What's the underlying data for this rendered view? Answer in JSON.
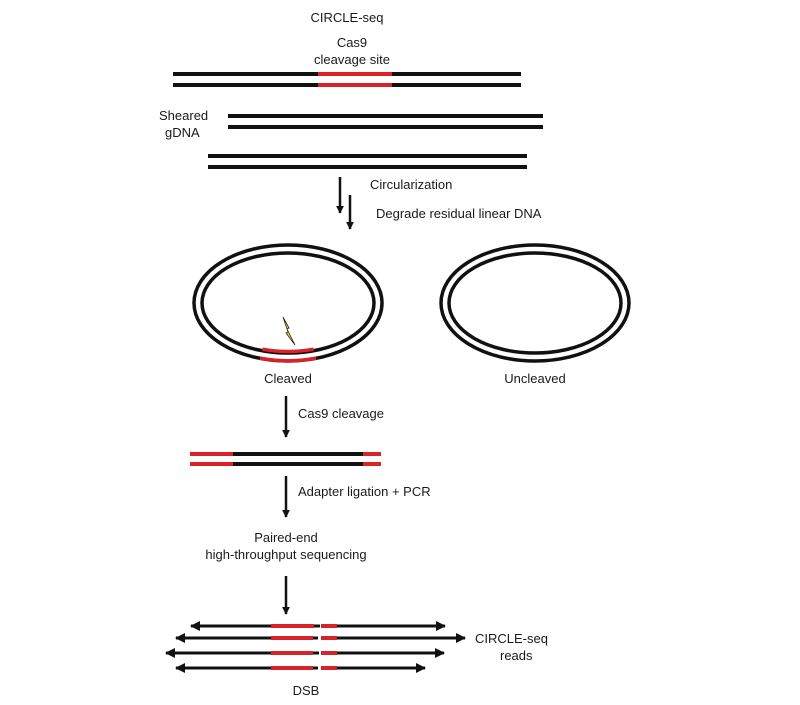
{
  "title": "CIRCLE-seq",
  "labels": {
    "cas9_site_line1": "Cas9",
    "cas9_site_line2": "cleavage site",
    "sheared_line1": "Sheared",
    "sheared_line2": "gDNA",
    "circularization": "Circularization",
    "degrade": "Degrade residual linear DNA",
    "cleaved": "Cleaved",
    "uncleaved": "Uncleaved",
    "cas9_cleavage": "Cas9 cleavage",
    "adapter": "Adapter ligation + PCR",
    "seq_line1": "Paired-end",
    "seq_line2": "high-throughput sequencing",
    "reads_line1": "CIRCLE-seq",
    "reads_line2": "reads",
    "dsb": "DSB"
  },
  "colors": {
    "dna": "#111111",
    "target": "#d8232a",
    "bolt": "#f2dc1c"
  },
  "icons": {
    "bolt": "lightning-bolt-icon"
  }
}
